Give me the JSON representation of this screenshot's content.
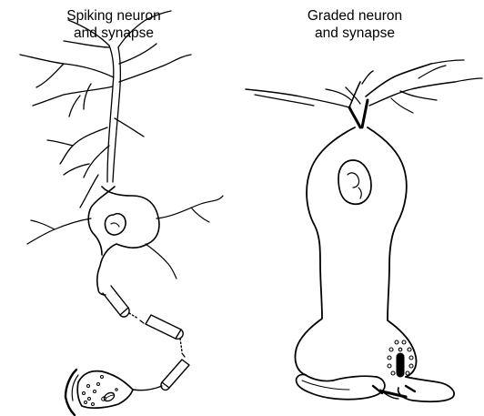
{
  "figure": {
    "spiking": {
      "caption_line1": "Spiking neuron",
      "caption_line2": "and synapse"
    },
    "graded": {
      "caption_line1": "Graded neuron",
      "caption_line2": "and synapse"
    }
  },
  "colors": {
    "ink": "#000000",
    "background": "#ffffff"
  }
}
